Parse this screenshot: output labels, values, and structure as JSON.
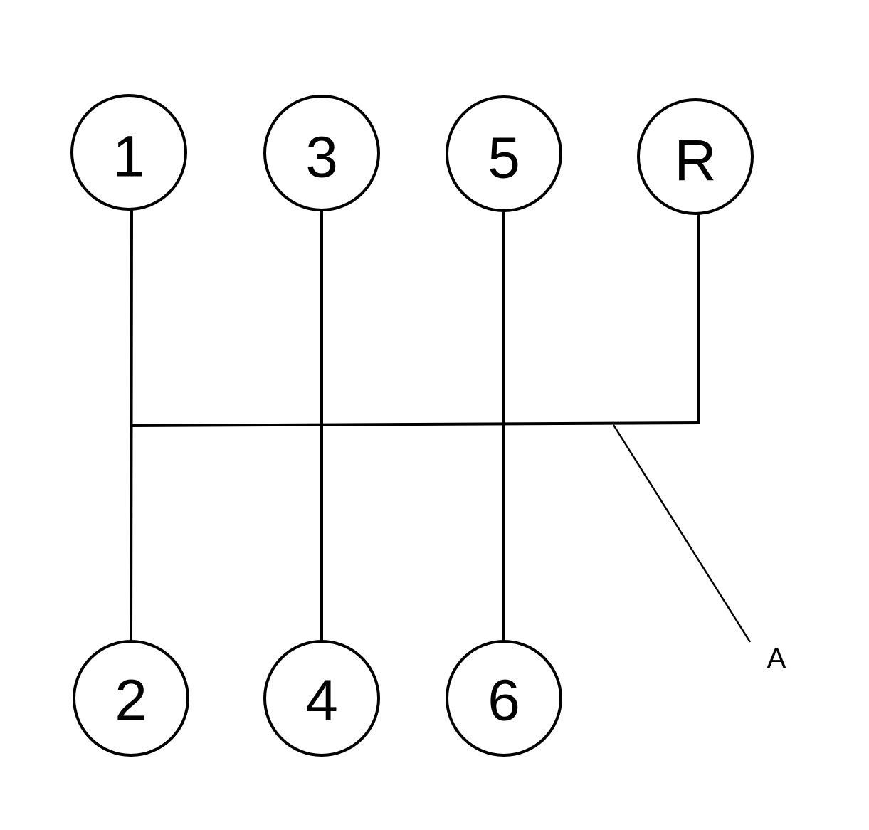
{
  "gears": {
    "first": "1",
    "second": "2",
    "third": "3",
    "fourth": "4",
    "fifth": "5",
    "sixth": "6",
    "reverse": "R"
  },
  "callout": {
    "label": "A"
  }
}
